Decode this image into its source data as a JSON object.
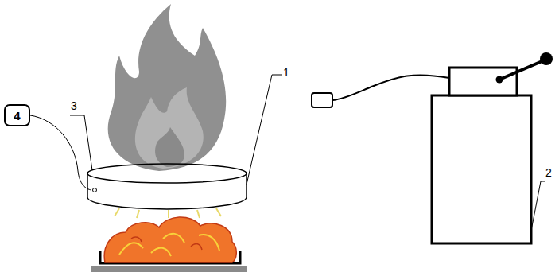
{
  "diagram": {
    "nodes": [
      {
        "text": [
          "4"
        ]
      }
    ],
    "labels": [
      "3",
      "1",
      "2"
    ]
  }
}
